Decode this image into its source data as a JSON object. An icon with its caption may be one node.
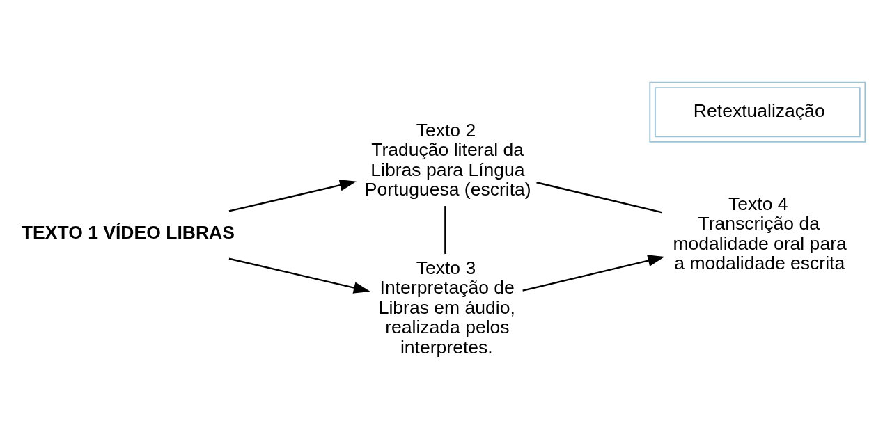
{
  "diagram": {
    "nodes": [
      {
        "text": [
          "TEXTO 1 VÍDEO LIBRAS"
        ]
      },
      {
        "text": [
          "Texto 2",
          "Tradução literal da Libras para Língua Portuguesa (escrita)"
        ]
      },
      {
        "text": [
          "Retextualização"
        ]
      },
      {
        "text": [
          "Texto 3",
          "Interpretação de Libras em áudio, realizada pelos interpretes."
        ]
      },
      {
        "text": [
          "Texto 4",
          "Transcrição da modalidade oral para a modalidade escrita"
        ]
      }
    ],
    "edges": [
      {
        "from": 0,
        "to": 1,
        "arrow": "to"
      },
      {
        "from": 0,
        "to": 3,
        "arrow": "to"
      },
      {
        "from": 3,
        "to": 4,
        "arrow": "to"
      },
      {
        "from": 1,
        "to": 3,
        "arrow": "none"
      },
      {
        "from": 1,
        "to": 4,
        "arrow": "none"
      }
    ]
  }
}
